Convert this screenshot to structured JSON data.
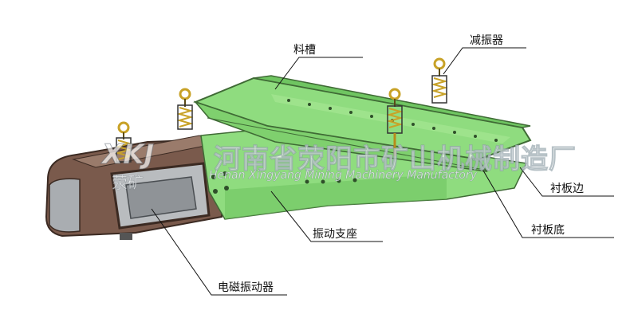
{
  "labels": {
    "trough": "料槽",
    "damper": "减振器",
    "liner_side": "衬板边",
    "liner_bottom": "衬板底",
    "support": "振动支座",
    "exciter": "电磁振动器"
  },
  "watermark": {
    "logo": "XKJ",
    "logo_cn": "荥矿",
    "company_cn": "河南省荥阳市矿山机械制造厂",
    "company_en": "Henan Xingyang Mining Machinery Manufactory"
  },
  "colors": {
    "trough_green": "#8fdc7f",
    "trough_shadow": "#6fc561",
    "housing_brown": "#7a5a4c",
    "housing_gray": "#b9bcbf",
    "spring_gold": "#c8a227"
  }
}
